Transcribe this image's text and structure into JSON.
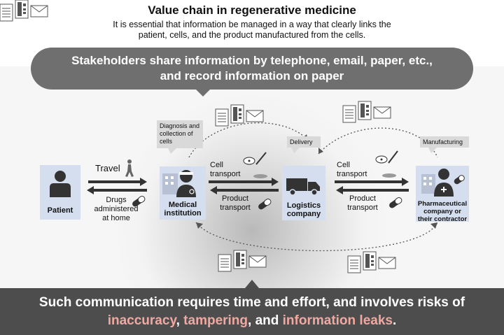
{
  "title": "Value chain in regenerative medicine",
  "subtitle_line1": "It is essential that information be managed in a way that clearly links the",
  "subtitle_line2": "patient, cells, and the product manufactured from the cells.",
  "banner_top_line1": "Stakeholders share information by telephone, email, paper, etc.,",
  "banner_top_line2": "and record information on paper",
  "nodes": {
    "patient": "Patient",
    "medical_line1": "Medical",
    "medical_line2": "institution",
    "logistics_line1": "Logistics",
    "logistics_line2": "company",
    "pharma_line1": "Pharmaceutical",
    "pharma_line2": "company or",
    "pharma_line3": "their contractor"
  },
  "callouts": {
    "diagnosis_line1": "Diagnosis and",
    "diagnosis_line2": "collection of",
    "diagnosis_line3": "cells",
    "delivery": "Delivery",
    "manufacturing": "Manufacturing"
  },
  "flows": {
    "travel": "Travel",
    "drugs_line1": "Drugs",
    "drugs_line2": "administered",
    "drugs_line3": "at home",
    "cell_transport_line1": "Cell",
    "cell_transport_line2": "transport",
    "product_transport_line1": "Product",
    "product_transport_line2": "transport"
  },
  "bottom_line1": "Such communication requires time and effort, and involves risks of",
  "bottom_inaccuracy": "inaccuracy",
  "bottom_sep1": ", ",
  "bottom_tampering": "tampering",
  "bottom_sep2": ", and ",
  "bottom_leaks": "information leaks",
  "bottom_end": ".",
  "colors": {
    "node_fill": "#d5deef",
    "banner": "#6f6f6f",
    "bottom_banner": "#4d4d4d",
    "risk_text": "#f2a8a0"
  }
}
